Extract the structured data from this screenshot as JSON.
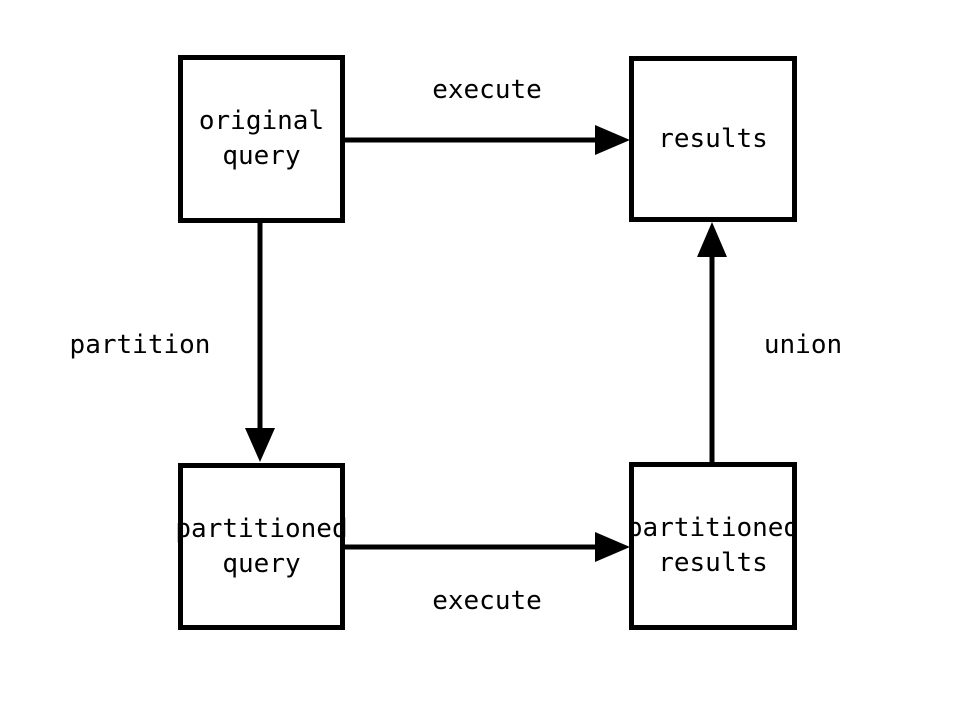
{
  "diagram": {
    "nodes": {
      "original_query": "original\nquery",
      "results": "results",
      "partitioned_query": "partitioned\nquery",
      "partitioned_results": "partitioned\nresults"
    },
    "edge_labels": {
      "execute_top": "execute",
      "partition": "partition",
      "execute_bottom": "execute",
      "union": "union"
    },
    "colors": {
      "background": "#ffffff",
      "line": "#000000",
      "text": "#000000"
    }
  }
}
